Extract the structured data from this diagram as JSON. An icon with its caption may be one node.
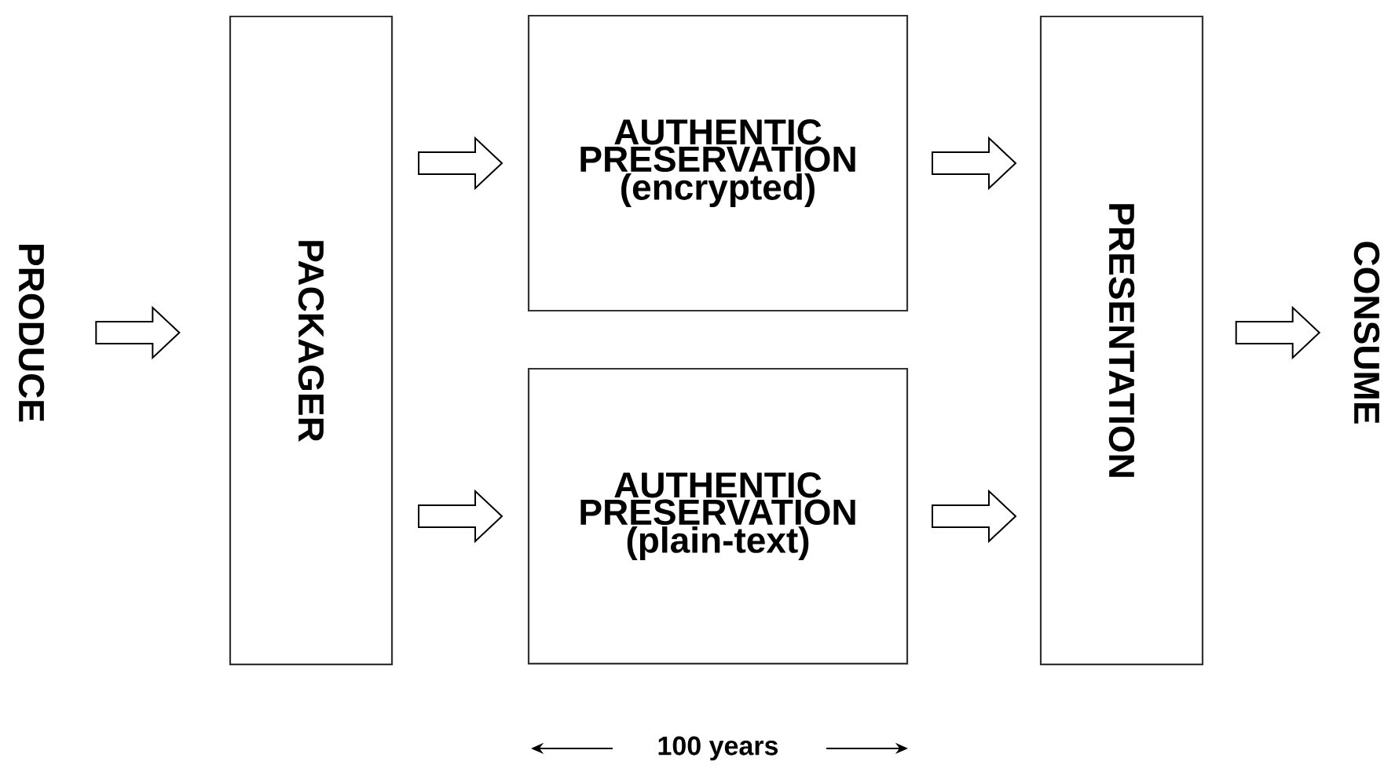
{
  "diagram": {
    "nodes": [
      {
        "text": [
          "PRODUCE"
        ]
      },
      {
        "text": [
          "PACKAGER"
        ]
      },
      {
        "text": [
          "AUTHENTIC PRESERVATION (encrypted)"
        ]
      },
      {
        "text": [
          "AUTHENTIC PRESERVATION (plain-text)"
        ]
      },
      {
        "text": [
          "PRESENTATION"
        ]
      },
      {
        "text": [
          "CONSUME"
        ]
      }
    ],
    "edges": [
      {
        "from": 0,
        "to": 1,
        "arrow": "to"
      },
      {
        "from": 1,
        "to": 2,
        "arrow": "to"
      },
      {
        "from": 1,
        "to": 3,
        "arrow": "to"
      },
      {
        "from": 2,
        "to": 4,
        "arrow": "to"
      },
      {
        "from": 3,
        "to": 4,
        "arrow": "to"
      },
      {
        "from": 4,
        "to": 5,
        "arrow": "to"
      }
    ],
    "labels": [
      "100 years"
    ]
  }
}
